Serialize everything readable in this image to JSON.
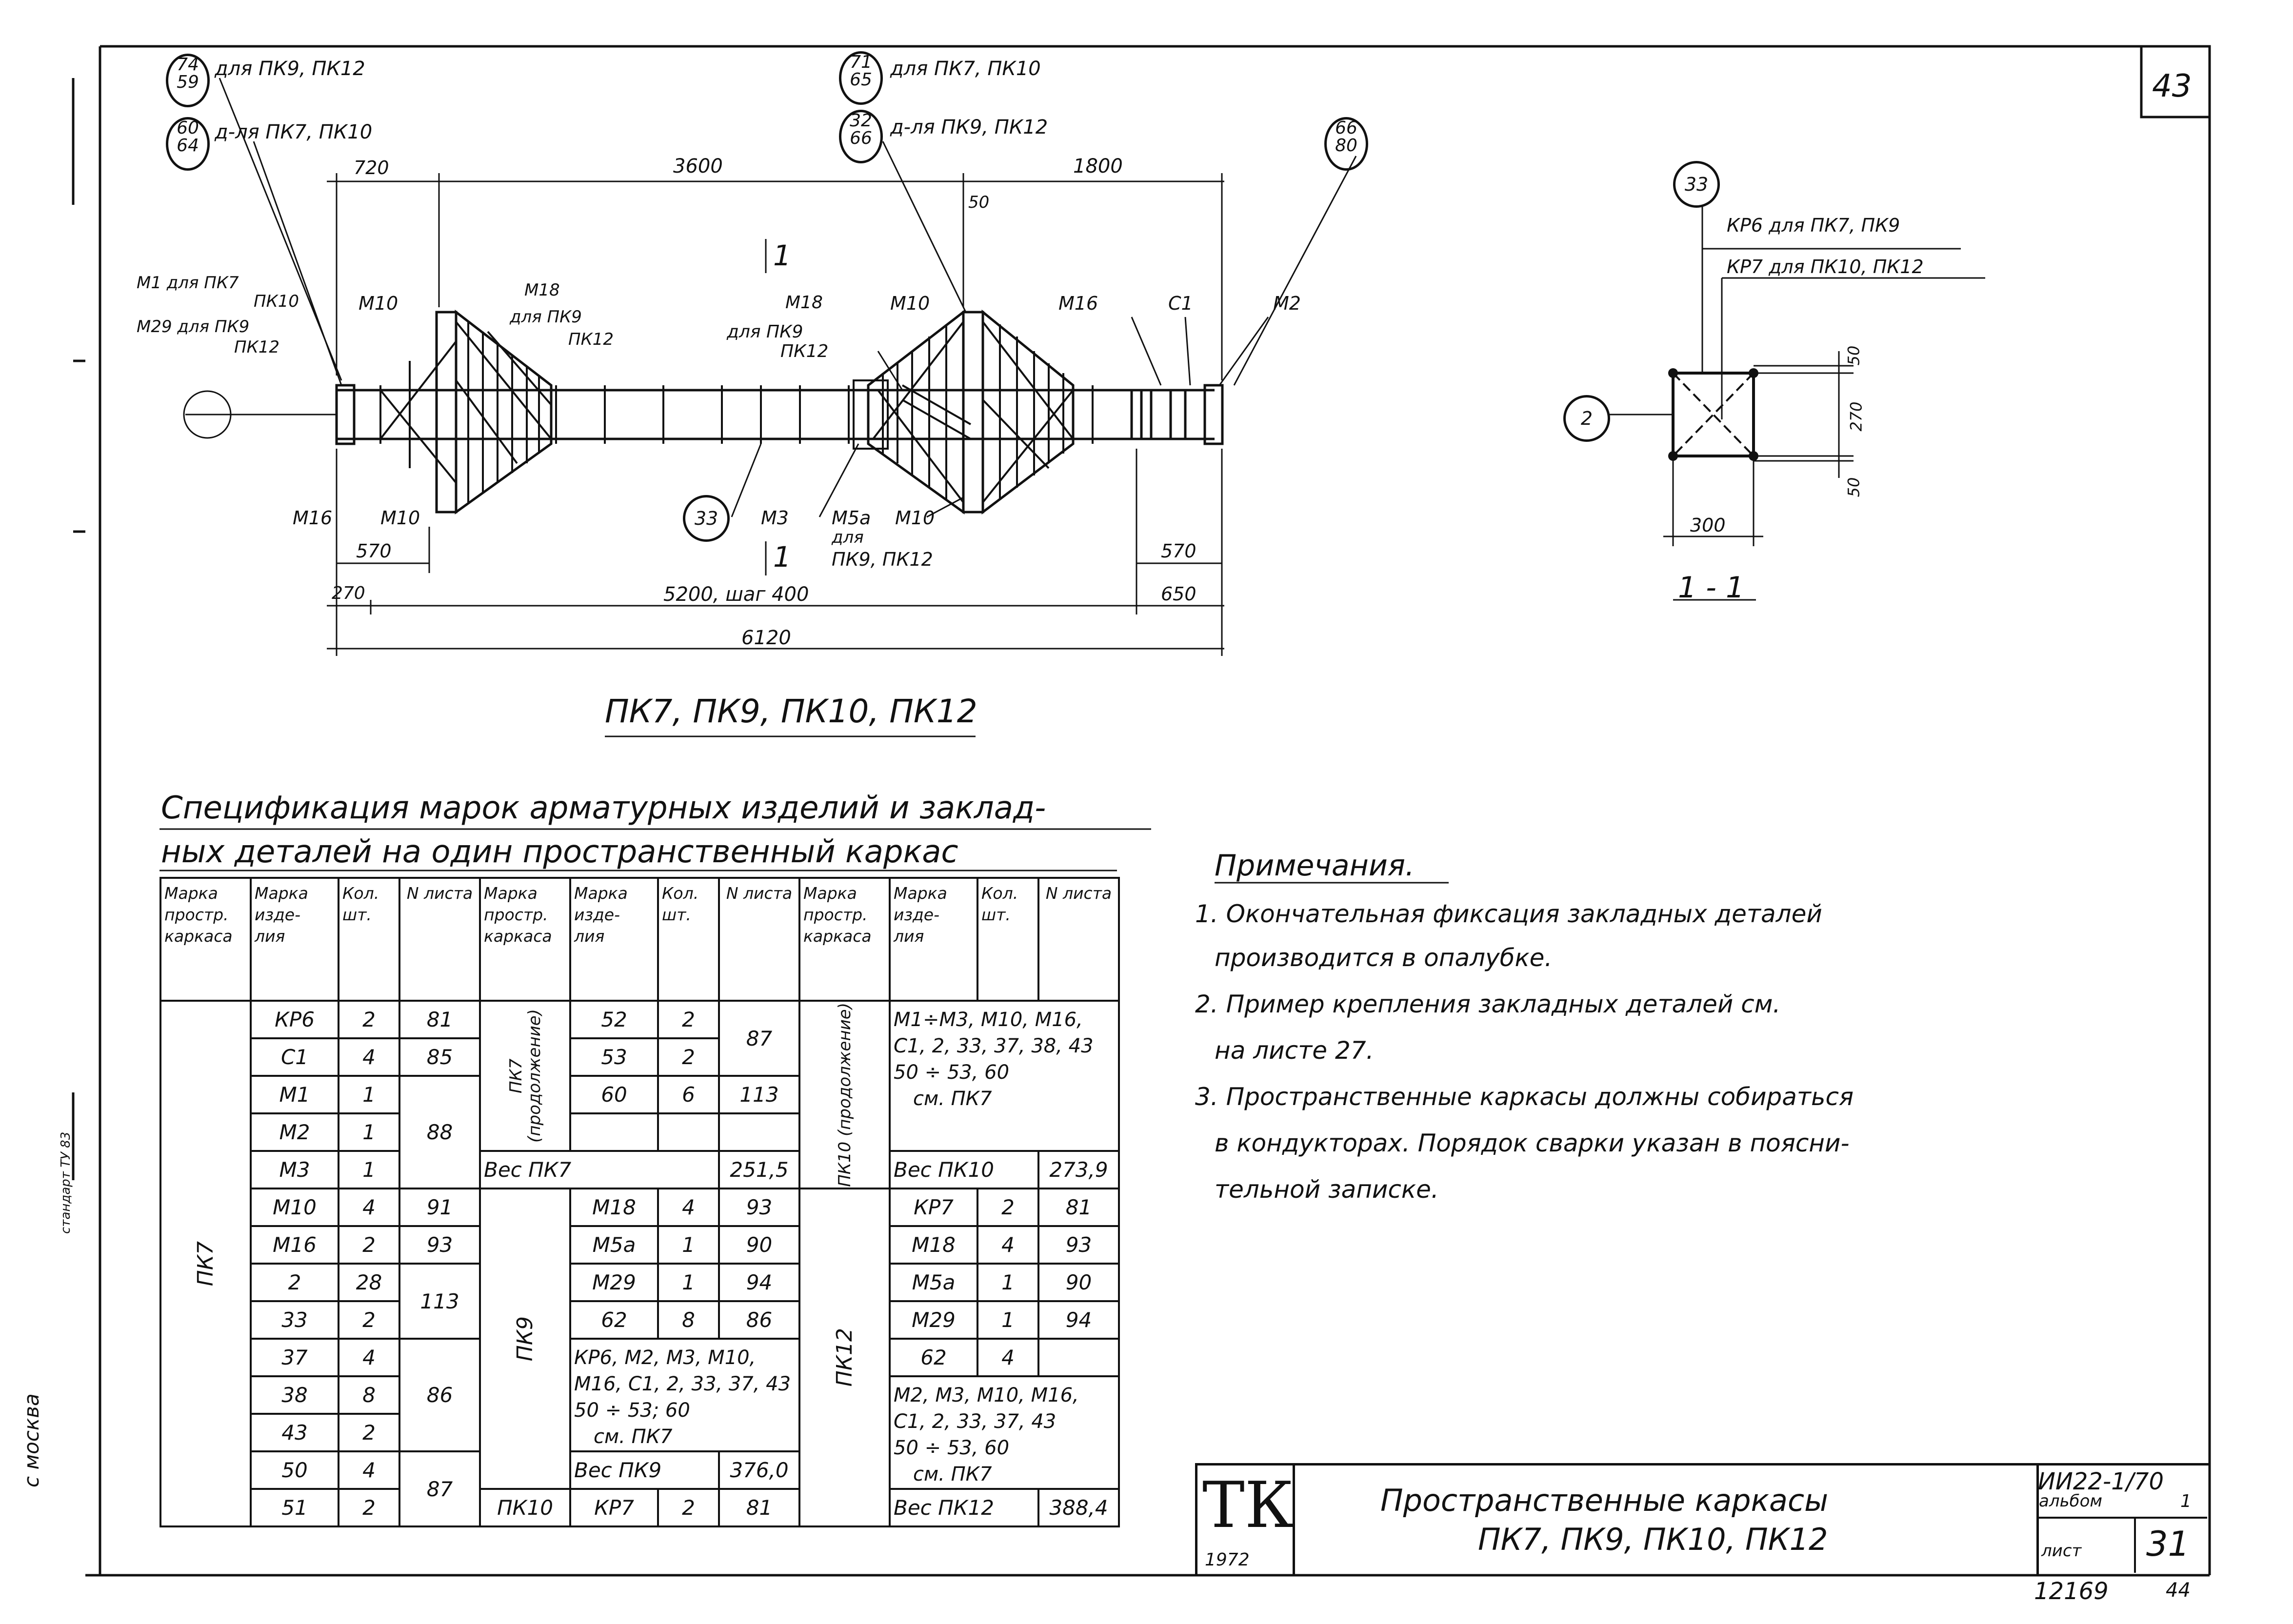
{
  "sheet": {
    "page_number": "43",
    "side_stamp": "с москва",
    "side_stamp2": "стандарт ТУ 83"
  },
  "drawing": {
    "title": "ПК7, ПК9, ПК10, ПК12",
    "section_label": "1 - 1",
    "section_marks": [
      "1",
      "1"
    ],
    "callouts": {
      "c74": {
        "top": "74",
        "bottom": "59",
        "text": "для ПК9, ПК12"
      },
      "c60": {
        "top": "60",
        "bottom": "64",
        "text": "д-ля ПК7, ПК10"
      },
      "c71": {
        "top": "71",
        "bottom": "65",
        "text": "для ПК7, ПК10"
      },
      "c32": {
        "top": "32",
        "bottom": "66",
        "text": "д-ля ПК9, ПК12"
      },
      "c66": {
        "top": "66",
        "bottom": "80"
      },
      "c33a": "33",
      "c33b": "33",
      "c2": "2"
    },
    "dims": {
      "d720": "720",
      "d3600": "3600",
      "d1800": "1800",
      "d50top": "50",
      "d570a": "570",
      "d570b": "570",
      "d270": "270",
      "d5200": "5200, шаг 400",
      "d650": "650",
      "d6120": "6120",
      "s50a": "50",
      "s270": "270",
      "s50b": "50",
      "s300": "300"
    },
    "labels": {
      "m1": "М1 для ПК7",
      "m1b": "ПК10",
      "m29": "М29 для ПК9",
      "m29b": "ПК12",
      "m10a": "М10",
      "m18a": "М18",
      "m18a_t": "для ПК9",
      "m18a_b": "ПК12",
      "m18b": "М18",
      "m18b_t": "для ПК9",
      "m18b_b": "ПК12",
      "m10b": "М10",
      "m16a": "М16",
      "c1": "С1",
      "m2": "М2",
      "m16b": "М16",
      "m10c": "М10",
      "m3": "М3",
      "m5a": "М5а",
      "m5a_t": "для",
      "m5a_b": "ПК9, ПК12",
      "m10d": "М10",
      "kp6": "КР6 для ПК7, ПК9",
      "kp7": "КР7 для ПК10, ПК12"
    }
  },
  "spec": {
    "title_line1": "Спецификация марок арматурных изделий и заклад-",
    "title_line2": "ных деталей на один пространственный каркас",
    "headers": {
      "frame": "Марка простр. каркаса",
      "item": "Марка изде- лия",
      "qty": "Кол. шт.",
      "sheet": "N листа"
    },
    "col1": {
      "frame": "ПК7",
      "rows": [
        {
          "item": "КР6",
          "qty": "2",
          "sheet": "81"
        },
        {
          "item": "С1",
          "qty": "4",
          "sheet": "85"
        },
        {
          "item": "М1",
          "qty": "1"
        },
        {
          "item": "М2",
          "qty": "1",
          "sheet": "88"
        },
        {
          "item": "М3",
          "qty": "1"
        },
        {
          "item": "М10",
          "qty": "4",
          "sheet": "91"
        },
        {
          "item": "М16",
          "qty": "2",
          "sheet": "93"
        },
        {
          "item": "2",
          "qty": "28",
          "sheet": "113"
        },
        {
          "item": "33",
          "qty": "2"
        },
        {
          "item": "37",
          "qty": "4"
        },
        {
          "item": "38",
          "qty": "8",
          "sheet": "86"
        },
        {
          "item": "43",
          "qty": "2"
        },
        {
          "item": "50",
          "qty": "4",
          "sheet": "87"
        },
        {
          "item": "51",
          "qty": "2"
        }
      ]
    },
    "col2": {
      "frame_cont": "ПК7 (продолжение)",
      "rows": [
        {
          "item": "52",
          "qty": "2",
          "sheet": "87"
        },
        {
          "item": "53",
          "qty": "2"
        },
        {
          "item": "60",
          "qty": "6",
          "sheet": "113"
        }
      ],
      "weight_label": "Вес ПК7",
      "weight": "251,5",
      "frame2": "ПК9",
      "rows2": [
        {
          "item": "М18",
          "qty": "4",
          "sheet": "93"
        },
        {
          "item": "М5а",
          "qty": "1",
          "sheet": "90"
        },
        {
          "item": "М29",
          "qty": "1",
          "sheet": "94"
        },
        {
          "item": "62",
          "qty": "8",
          "sheet": "86"
        }
      ],
      "note2_l1": "КР6, М2, М3, М10,",
      "note2_l2": "М16, С1, 2, 33, 37, 43",
      "note2_l3": "50 ÷ 53; 60",
      "note2_l4": "см. ПК7",
      "weight2_label": "Вес ПК9",
      "weight2": "376,0",
      "last": {
        "frame": "ПК10",
        "item": "КР7",
        "qty": "2",
        "sheet": "81"
      }
    },
    "col3": {
      "frame_cont": "ПК10 (продолжение)",
      "note1_l1": "М1÷М3, М10, М16,",
      "note1_l2": "С1, 2, 33, 37, 38, 43",
      "note1_l3": "50 ÷ 53, 60",
      "note1_l4": "см. ПК7",
      "weight_label": "Вес ПК10",
      "weight": "273,9",
      "frame2": "ПК12",
      "rows2": [
        {
          "item": "КР7",
          "qty": "2",
          "sheet": "81"
        },
        {
          "item": "М18",
          "qty": "4",
          "sheet": "93"
        },
        {
          "item": "М5а",
          "qty": "1",
          "sheet": "90"
        },
        {
          "item": "М29",
          "qty": "1",
          "sheet": "94"
        },
        {
          "item": "62",
          "qty": "4"
        }
      ],
      "note2_l1": "М2, М3, М10, М16,",
      "note2_l2": "С1, 2, 33, 37, 43",
      "note2_l3": "50 ÷ 53, 60",
      "note2_l4": "см. ПК7",
      "weight2_label": "Вес ПК12",
      "weight2": "388,4"
    }
  },
  "notes": {
    "title": "Примечания.",
    "lines": [
      "1. Окончательная фиксация закладных деталей",
      "производится в опалубке.",
      "2. Пример крепления закладных деталей см.",
      "на листе 27.",
      "3. Пространственные каркасы должны собираться",
      "в кондукторах. Порядок сварки указан в поясни-",
      "тельной записке."
    ]
  },
  "title_block": {
    "logo": "ТК",
    "year": "1972",
    "title_l1": "Пространственные каркасы",
    "title_l2": "ПК7, ПК9, ПК10, ПК12",
    "series": "ИИ22-1/70",
    "album_label": "альбом",
    "album": "1",
    "sheet_label": "лист",
    "sheet": "31",
    "doc_no": "12169",
    "doc_no2": "44"
  }
}
